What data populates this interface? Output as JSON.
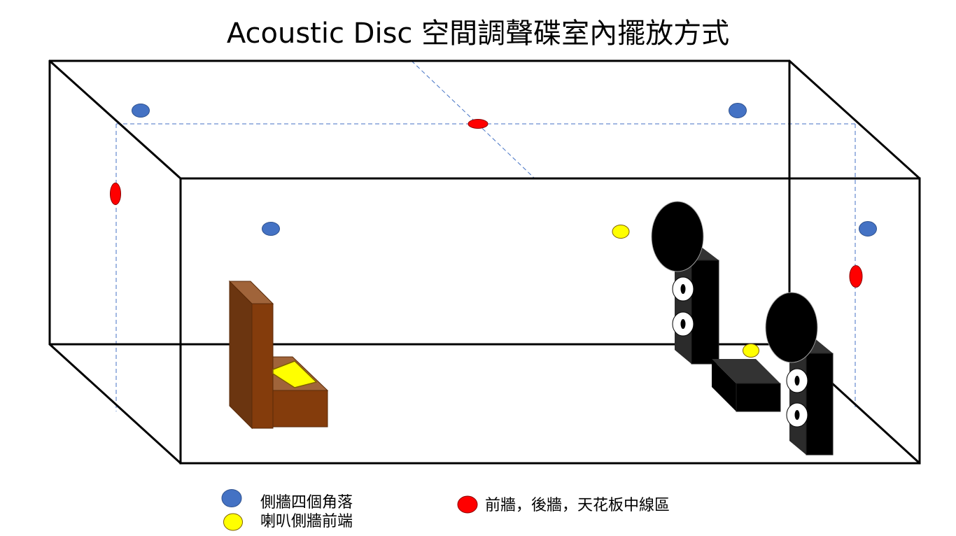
{
  "title": "Acoustic Disc 空間調聲碟室內擺放方式",
  "colors": {
    "corner_disc": "#4472C4",
    "front_disc": "#FFFF00",
    "center_disc": "#FF0000",
    "wall_line": "#000000",
    "guide_line": "#4472C4",
    "chair_dark": "#6B3510",
    "chair_mid": "#843C0C",
    "chair_light": "#A0643A",
    "speaker_body": "#000000",
    "speaker_side": "#2B2B2B"
  },
  "legend": {
    "corner_label": "側牆四個角落",
    "front_label": "喇叭側牆前端",
    "center_label": "前牆，後牆，天花板中線區"
  }
}
